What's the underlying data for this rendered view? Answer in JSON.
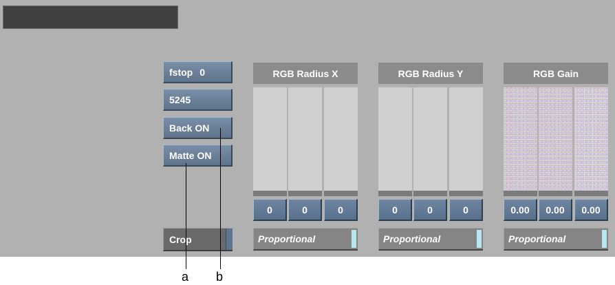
{
  "buttons": {
    "fstop_label": "fstop",
    "fstop_value": "0",
    "film": "5245",
    "back": "Back ON",
    "matte": "Matte ON",
    "crop": "Crop"
  },
  "groups": [
    {
      "title": "RGB Radius X",
      "values": [
        "0",
        "0",
        "0"
      ],
      "mode": "Proportional"
    },
    {
      "title": "RGB Radius Y",
      "values": [
        "0",
        "0",
        "0"
      ],
      "mode": "Proportional"
    },
    {
      "title": "RGB Gain",
      "values": [
        "0.00",
        "0.00",
        "0.00"
      ],
      "mode": "Proportional"
    }
  ],
  "callouts": {
    "a": "a",
    "b": "b"
  },
  "colors": {
    "panel": "#b1b1b1",
    "button": "#6a7f98",
    "header": "#8b8b8b",
    "indicator": "#b8e8ef"
  }
}
